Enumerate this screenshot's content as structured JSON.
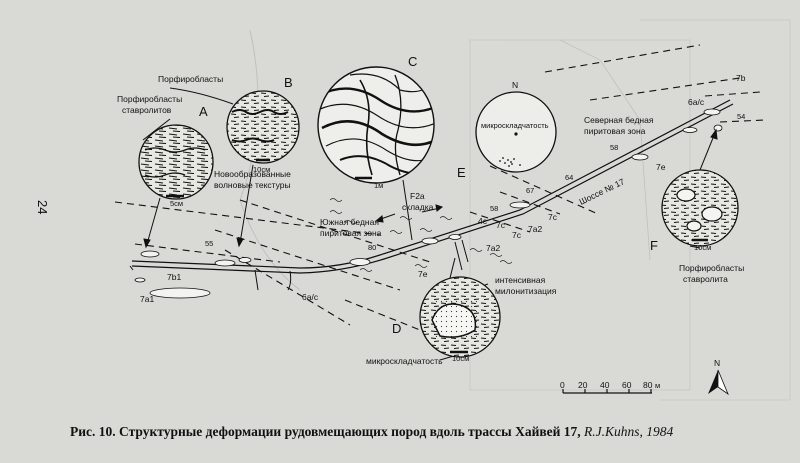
{
  "page_number": "24",
  "outcrops": {
    "A": "A",
    "B": "B",
    "C": "C",
    "D": "D",
    "E": "E",
    "F": "F"
  },
  "labels": {
    "porphyroblasts_staurolite_A": [
      "Порфиробласты",
      "ставролитов"
    ],
    "porphyroblasts_B": "Порфиробласты",
    "wave_textures": [
      "Новообразованные",
      "волновые текстуры"
    ],
    "south_pyrite_zone": [
      "Южная бедная",
      "пиритовая зона"
    ],
    "north_pyrite_zone": [
      "Северная бедная",
      "пиритовая зона"
    ],
    "f2a_fold": [
      "F2a",
      "складка"
    ],
    "intensive_mylonitization": [
      "интенсивная",
      "милонитизация"
    ],
    "microfolding_stereonet": "микроскладчатость",
    "microfolding_D": "микроскладчатость",
    "porphyroblasts_F": [
      "Порфиробласты",
      "ставролита"
    ],
    "highway": "Шоссе № 17",
    "north_small": "N",
    "north_big": "N"
  },
  "scale_bars": {
    "A": "5см",
    "B": "10см",
    "C": "1м",
    "D": "10см",
    "F": "10см"
  },
  "dip_values": [
    "55",
    "80",
    "58",
    "67",
    "64",
    "58",
    "54"
  ],
  "unit_codes": {
    "u7b1": "7b1",
    "u7a1": "7a1",
    "u6as_bottom": "6а/с",
    "u7e_mid": "7е",
    "u7a2_low": "7а2",
    "u7a2_high": "7а2",
    "u7c_a": "7с",
    "u7c_b": "7с",
    "u7c_c": "7с",
    "u4c": "4с",
    "u6as_top": "6а/с",
    "u7b_top": "7b",
    "u7e_right": "7е"
  },
  "scale": {
    "ticks": [
      "0",
      "20",
      "40",
      "60",
      "80"
    ],
    "unit": "м"
  },
  "caption": {
    "main": "Рис. 10. Структурные деформации рудовмещающих пород вдоль трассы Хайвей 17,",
    "author": "R.J.Kuhns, 1984"
  }
}
